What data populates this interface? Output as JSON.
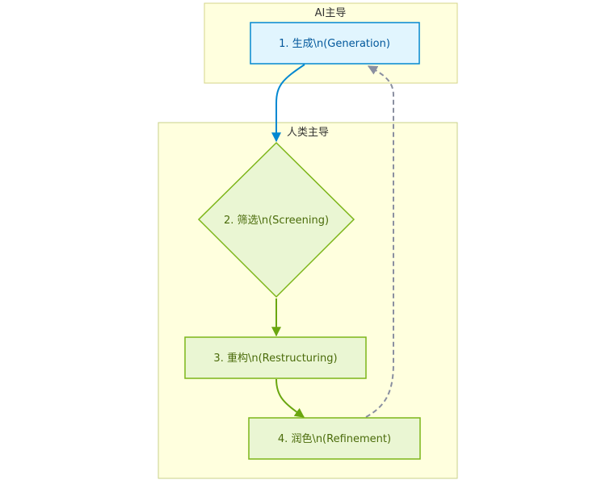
{
  "diagram": {
    "clusters": [
      {
        "id": "ai",
        "label": "AI主导",
        "fill": "#ffffde",
        "stroke": "#d4d48a"
      },
      {
        "id": "human",
        "label": "人类主导",
        "fill": "#ffffde",
        "stroke": "#c9d18a"
      }
    ],
    "nodes": [
      {
        "id": "gen",
        "label": "1. 生成\\n(Generation)",
        "shape": "rect",
        "fill": "#e1f5fe",
        "stroke": "#0288d1",
        "text_color": "#01579b"
      },
      {
        "id": "scr",
        "label": "2. 筛选\\n(Screening)",
        "shape": "diamond",
        "fill": "#eaf6d3",
        "stroke": "#7cb518",
        "text_color": "#4a6b0a"
      },
      {
        "id": "res",
        "label": "3. 重构\\n(Restructuring)",
        "shape": "rect",
        "fill": "#eaf6d3",
        "stroke": "#7cb518",
        "text_color": "#4a6b0a"
      },
      {
        "id": "ref",
        "label": "4. 润色\\n(Refinement)",
        "shape": "rect",
        "fill": "#eaf6d3",
        "stroke": "#7cb518",
        "text_color": "#4a6b0a"
      }
    ],
    "edges": [
      {
        "from": "gen",
        "to": "scr",
        "style": "solid",
        "color": "#0288d1"
      },
      {
        "from": "scr",
        "to": "res",
        "style": "solid",
        "color": "#6aa60f"
      },
      {
        "from": "res",
        "to": "ref",
        "style": "solid",
        "color": "#6aa60f"
      },
      {
        "from": "ref",
        "to": "gen",
        "style": "dashed",
        "color": "#8a8fa0"
      }
    ]
  }
}
